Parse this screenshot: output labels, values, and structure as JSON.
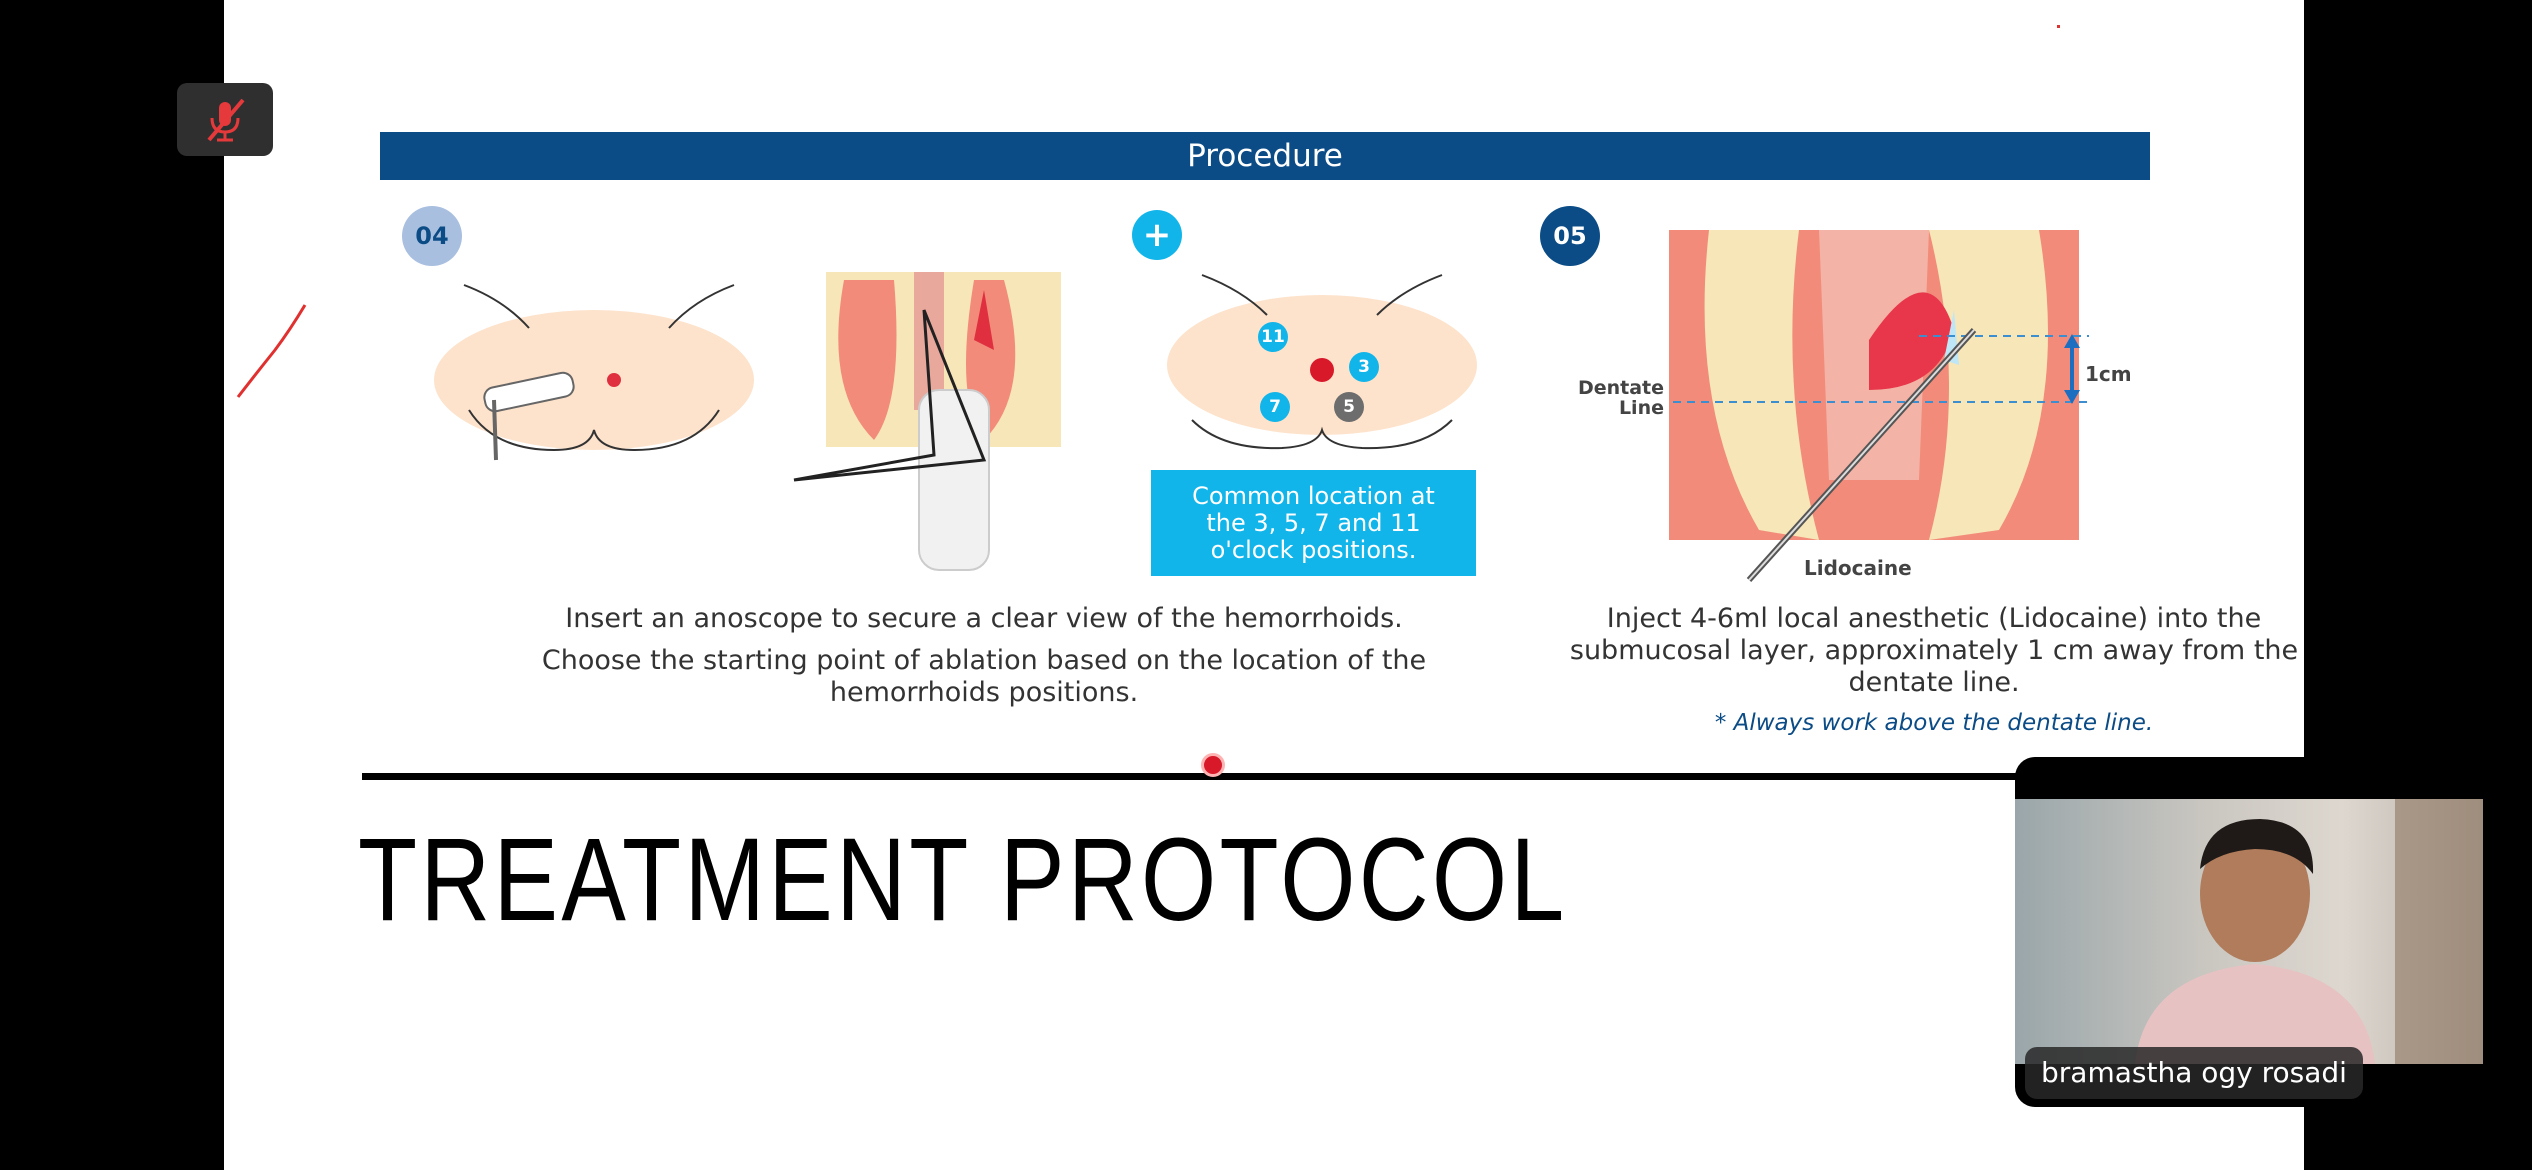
{
  "slide": {
    "header": "Procedure",
    "step_04": {
      "badge": "04",
      "text_line1": "Insert an anoscope to secure a clear view of the hemorrhoids.",
      "text_line2": "Choose the starting point of ablation based on the location of the hemorrhoids positions."
    },
    "step_plus": {
      "badge": "+",
      "positions": [
        "11",
        "3",
        "7",
        "5"
      ],
      "box_text": "Common location at the 3, 5, 7 and 11 o'clock positions."
    },
    "step_05": {
      "badge": "05",
      "label_dentate": "Dentate Line",
      "label_1cm": "1cm",
      "label_lidocaine": "Lidocaine",
      "text": "Inject 4-6ml local anesthetic (Lidocaine) into the submucosal layer, approximately 1 cm away from the dentate line.",
      "note": "* Always work above the dentate line."
    },
    "title": "TREATMENT PROTOCOL"
  },
  "video": {
    "participant_name": "bramastha ogy rosadi"
  },
  "icons": {
    "mute": "microphone-muted-icon"
  },
  "colors": {
    "header_blue": "#0b4c86",
    "accent_cyan": "#12b5ea",
    "badge_light": "#a9bfdf",
    "tissue_pink": "#f28b7a"
  }
}
